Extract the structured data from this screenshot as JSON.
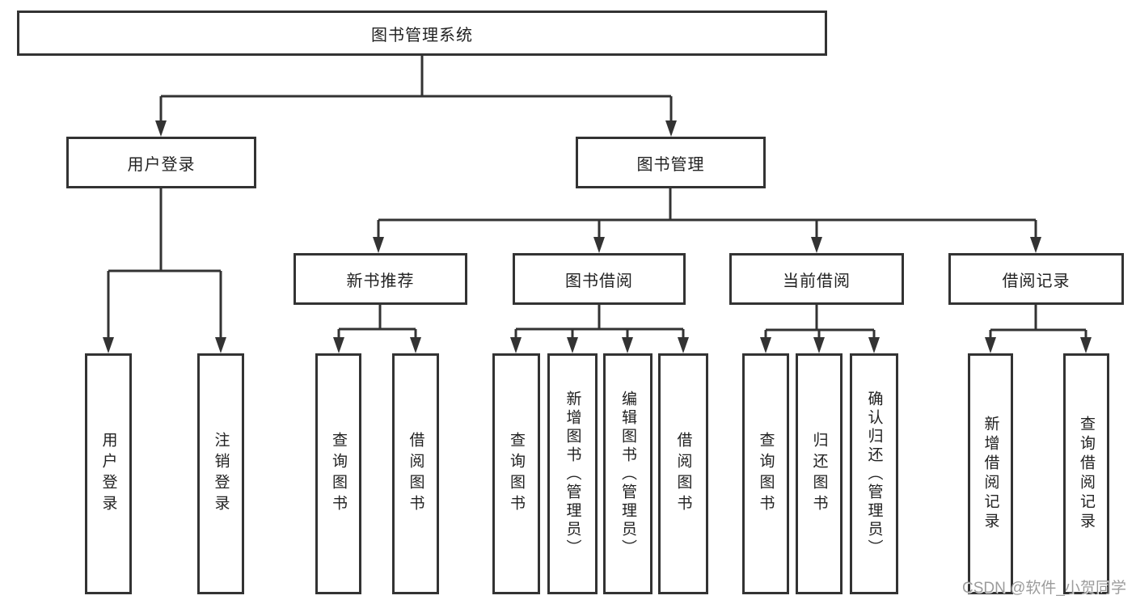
{
  "tree": {
    "root": "图书管理系统",
    "branches": [
      {
        "label": "用户登录",
        "children": [
          "用户登录",
          "注销登录"
        ]
      },
      {
        "label": "图书管理",
        "sections": [
          {
            "label": "新书推荐",
            "children": [
              "查询图书",
              "借阅图书"
            ]
          },
          {
            "label": "图书借阅",
            "children": [
              "查询图书",
              "新增图书（管理员）",
              "编辑图书（管理员）",
              "借阅图书"
            ]
          },
          {
            "label": "当前借阅",
            "children": [
              "查询图书",
              "归还图书",
              "确认归还（管理员）"
            ]
          },
          {
            "label": "借阅记录",
            "children": [
              "新增借阅记录",
              "查询借阅记录"
            ]
          }
        ]
      }
    ]
  },
  "watermark": "CSDN @软件_小贺同学",
  "colors": {
    "line": "#333333",
    "box_border": "#333333",
    "text": "#222222",
    "watermark_text": "#9c9c9c",
    "background": "#ffffff"
  }
}
